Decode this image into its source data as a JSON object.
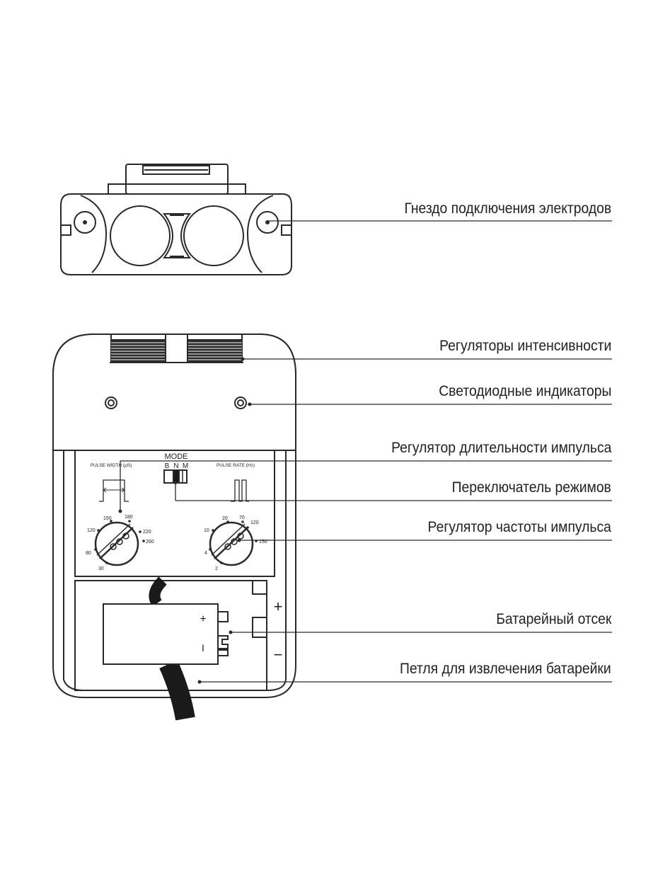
{
  "callouts": {
    "electrode_socket": "Гнездо подключения электродов",
    "intensity_controls": "Регуляторы интенсивности",
    "led_indicators": "Светодиодные индикаторы",
    "pulse_width_control": "Регулятор длительности импульса",
    "mode_switch": "Переключатель режимов",
    "pulse_rate_control": "Регулятор частоты импульса",
    "battery_compartment": "Батарейный отсек",
    "battery_loop": "Петля для извлечения батарейки"
  },
  "panel": {
    "mode_title": "MODE",
    "mode_b": "B",
    "mode_n": "N",
    "mode_m": "M",
    "pulse_width_label": "PULSE WIDTH (μS)",
    "pulse_rate_label": "PULSE RATE (Hz)",
    "pulse_width_ticks": [
      "30",
      "80",
      "120",
      "150",
      "180",
      "220",
      "260"
    ],
    "pulse_rate_ticks": [
      "2",
      "4",
      "10",
      "20",
      "70",
      "120",
      "150"
    ],
    "battery_plus": "+",
    "battery_minus": "I",
    "compartment_plus": "+",
    "compartment_minus": "−"
  },
  "colors": {
    "line": "#2a2a2a",
    "text": "#222222",
    "fill_dark": "#1a1a1a"
  }
}
